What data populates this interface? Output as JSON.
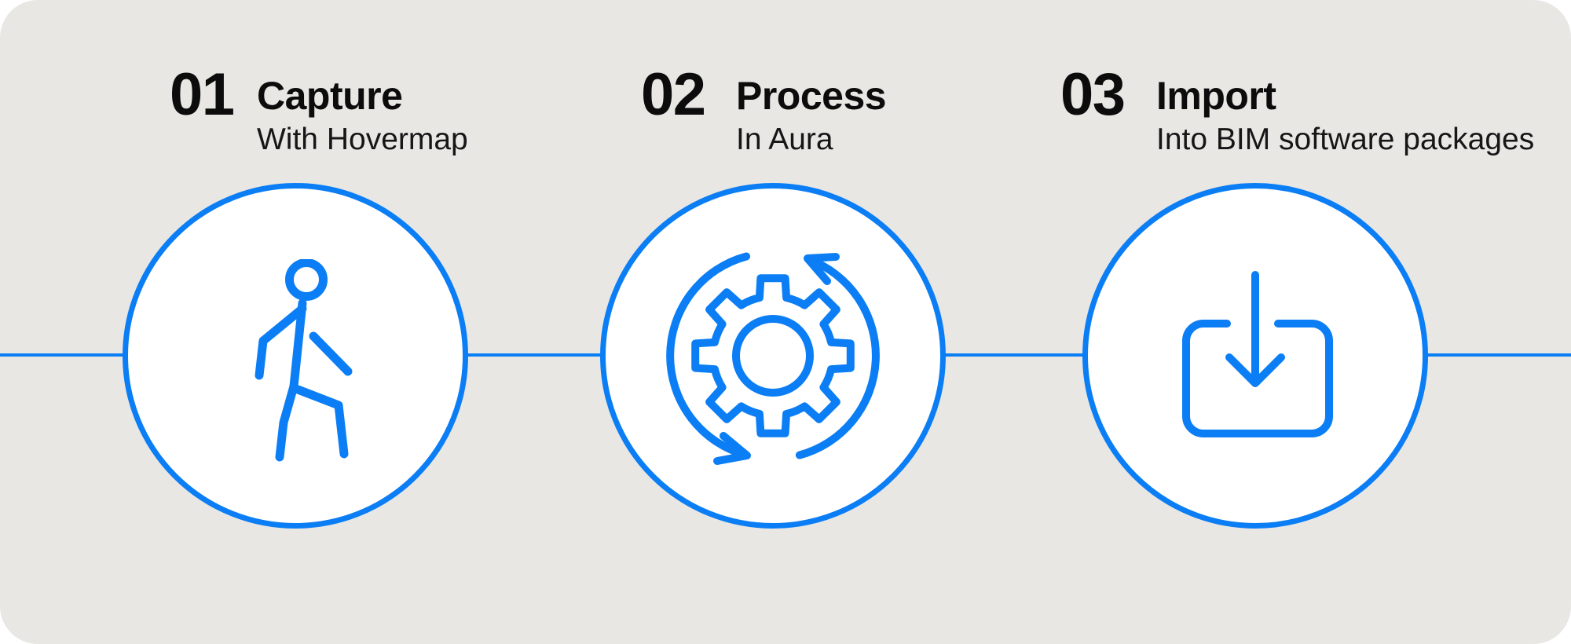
{
  "diagram": {
    "kind": "three-step-process-infographic",
    "colors": {
      "panel_background": "#e8e7e4",
      "page_background": "#ffffff",
      "accent_blue": "#0b7ef5",
      "text_black": "#0c0c0c"
    }
  },
  "steps": [
    {
      "number": "01",
      "title": "Capture",
      "subtitle": "With Hovermap",
      "icon": "walking-person-icon"
    },
    {
      "number": "02",
      "title": "Process",
      "subtitle": "In Aura",
      "icon": "process-cycle-gear-icon"
    },
    {
      "number": "03",
      "title": "Import",
      "subtitle": "Into BIM software packages",
      "icon": "import-tray-icon"
    }
  ]
}
